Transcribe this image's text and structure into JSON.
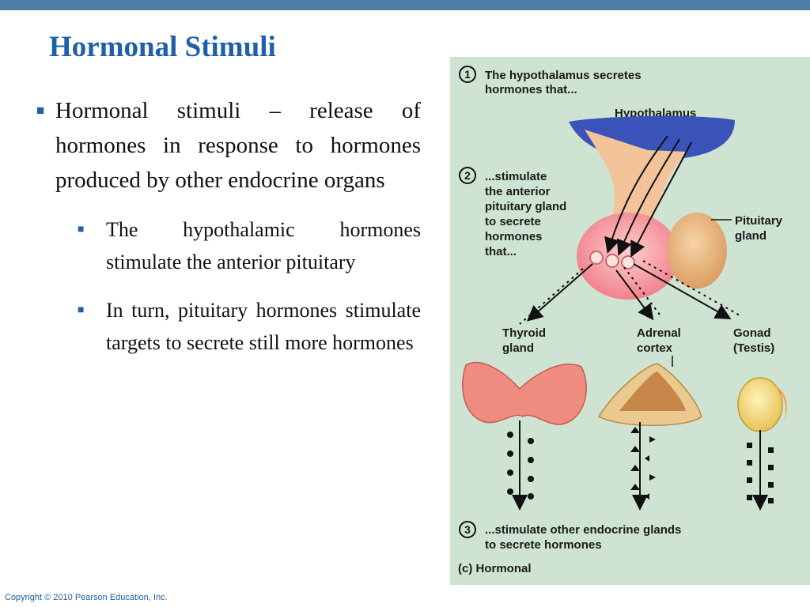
{
  "slide": {
    "title": "Hormonal Stimuli",
    "bullets": [
      {
        "text": "Hormonal stimuli – release of hormones in response to hormones produced by other endocrine organs",
        "sub": [
          "The hypothalamic hormones stimulate the anterior pituitary",
          "In turn, pituitary hormones stimulate targets to secrete still more hormones"
        ]
      }
    ],
    "copyright": "Copyright © 2010 Pearson Education, Inc."
  },
  "figure": {
    "step1_num": "1",
    "step1_line1": "The hypothalamus secretes",
    "step1_line2": "hormones that...",
    "hypothalamus_label": "Hypothalamus",
    "step2_num": "2",
    "step2_lines": [
      "...stimulate",
      "the anterior",
      "pituitary gland",
      "to secrete",
      "hormones",
      "that..."
    ],
    "pituitary_label_line1": "Pituitary",
    "pituitary_label_line2": "gland",
    "thyroid_line1": "Thyroid",
    "thyroid_line2": "gland",
    "adrenal_line1": "Adrenal",
    "adrenal_line2": "cortex",
    "gonad_line1": "Gonad",
    "gonad_line2": "(Testis)",
    "step3_num": "3",
    "step3_line1": "...stimulate other endocrine glands",
    "step3_line2": "to secrete hormones",
    "caption": "(c) Hormonal"
  },
  "colors": {
    "accent": "#1f5fa8",
    "top_bar": "#4a7ea6",
    "figure_bg": "#cfe3d2"
  }
}
